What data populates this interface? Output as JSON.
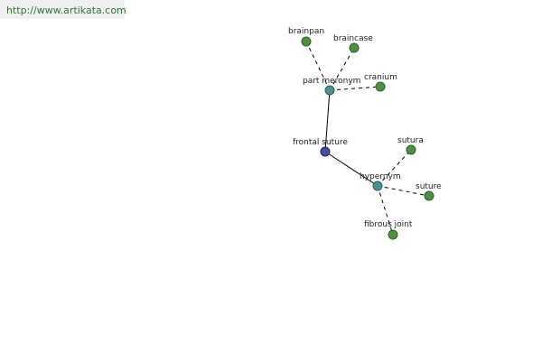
{
  "watermark": {
    "text": "http://www.artikata.com"
  },
  "graph": {
    "nodes": {
      "frontal_suture": "frontal suture",
      "part_meronym": "part meronym",
      "hypernym": "hypernym",
      "brainpan": "brainpan",
      "braincase": "braincase",
      "cranium": "cranium",
      "sutura": "sutura",
      "suture": "suture",
      "fibrous_joint": "fibrous joint"
    },
    "colors": {
      "leaf": "#4f8f3f",
      "relation": "#4f8f8f",
      "root": "#4a4aa0"
    }
  }
}
